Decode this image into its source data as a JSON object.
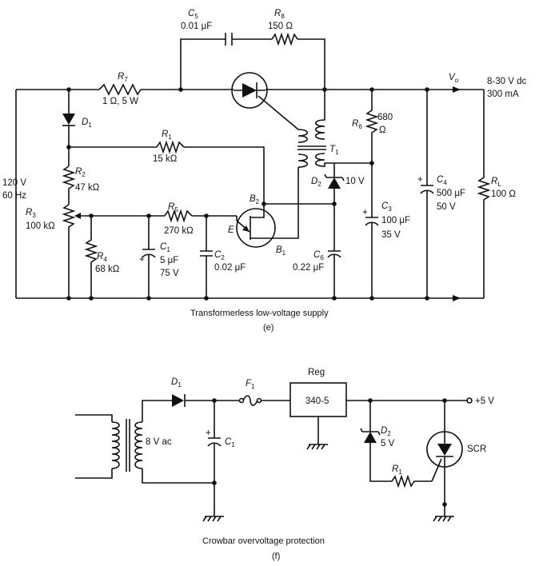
{
  "circuit_e": {
    "caption": "Transformerless low-voltage supply",
    "label": "(e)",
    "source": {
      "voltage": "120 V",
      "freq": "60 Hz"
    },
    "output": {
      "node": "V",
      "sub": "o",
      "voltage": "8-30 V dc",
      "current": "300 mA"
    },
    "C5": {
      "name": "C",
      "sub": "5",
      "value": "0.01 μF"
    },
    "R8": {
      "name": "R",
      "sub": "8",
      "value": "150 Ω"
    },
    "R7": {
      "name": "R",
      "sub": "7",
      "value": "1 Ω, 5 W"
    },
    "D1": {
      "name": "D",
      "sub": "1"
    },
    "R1": {
      "name": "R",
      "sub": "1",
      "value": "15 kΩ"
    },
    "R2": {
      "name": "R",
      "sub": "2",
      "value": "47 kΩ"
    },
    "R3": {
      "name": "R",
      "sub": "3",
      "value": "100 kΩ"
    },
    "R4": {
      "name": "R",
      "sub": "4",
      "value": "68 kΩ"
    },
    "R5": {
      "name": "R",
      "sub": "5",
      "value": "270 kΩ"
    },
    "C1": {
      "name": "C",
      "sub": "1",
      "value": "5 μF",
      "voltage": "75 V"
    },
    "C2": {
      "name": "C",
      "sub": "2",
      "value": "0.02 μF"
    },
    "R6": {
      "name": "R",
      "sub": "6",
      "value": "680",
      "unit": "Ω"
    },
    "T1": {
      "name": "T",
      "sub": "1"
    },
    "D2": {
      "name": "D",
      "sub": "2",
      "value": "10 V"
    },
    "B2": {
      "name": "B",
      "sub": "2"
    },
    "B1": {
      "name": "B",
      "sub": "1"
    },
    "E": "E",
    "C3": {
      "name": "C",
      "sub": "3",
      "value": "100 μF",
      "voltage": "35 V"
    },
    "C6": {
      "name": "C",
      "sub": "6",
      "value": "0.22 μF"
    },
    "C4": {
      "name": "C",
      "sub": "4",
      "value": "500 μF",
      "voltage": "50 V"
    },
    "RL": {
      "name": "R",
      "sub": "L",
      "value": "100 Ω"
    },
    "plus": "+"
  },
  "circuit_f": {
    "caption": "Crowbar overvoltage protection",
    "label": "(f)",
    "ac": "8 V ac",
    "D1": {
      "name": "D",
      "sub": "1"
    },
    "F1": {
      "name": "F",
      "sub": "1"
    },
    "C1": {
      "name": "C",
      "sub": "1"
    },
    "reg_title": "Reg",
    "reg_part": "340-5",
    "D2": {
      "name": "D",
      "sub": "2",
      "value": "5 V"
    },
    "R1": {
      "name": "R",
      "sub": "1"
    },
    "scr": "SCR",
    "out": "+5 V",
    "plus": "+"
  }
}
